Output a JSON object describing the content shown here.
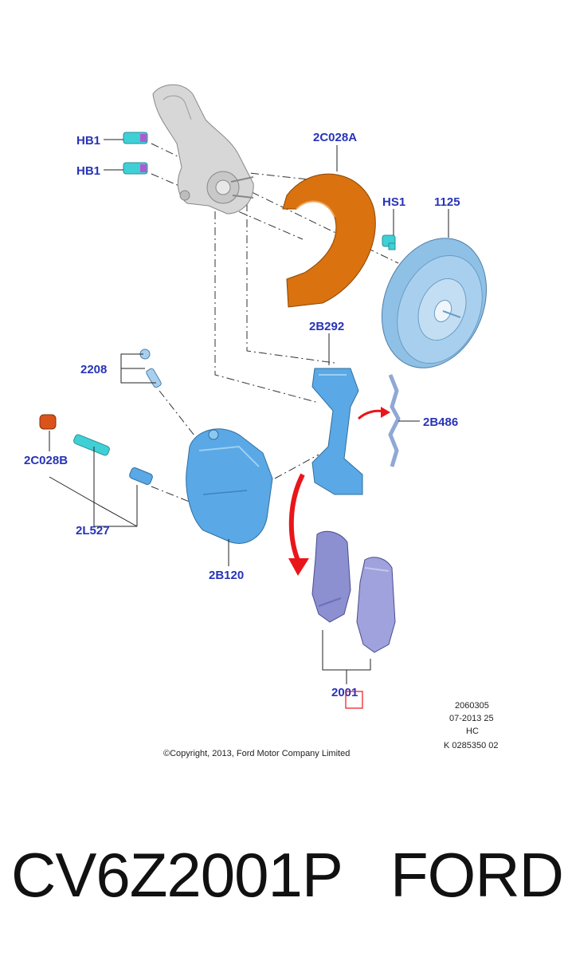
{
  "callouts": {
    "hb1_top": "HB1",
    "hb1_bottom": "HB1",
    "shield": "2C028A",
    "hs1": "HS1",
    "rotor": "1125",
    "bracket": "2B292",
    "bleed": "2208",
    "spring": "2B486",
    "cap": "2C028B",
    "pins": "2L527",
    "caliper": "2B120",
    "pads": "2001"
  },
  "meta": {
    "line1": "2060305",
    "line2": "07-2013 25",
    "line3": "HC",
    "line4": "K 0285350 02"
  },
  "copyright": "©Copyright, 2013, Ford Motor Company Limited",
  "caption": {
    "part_number": "CV6Z2001P",
    "brand": "FORD"
  },
  "colors": {
    "callout": "#2733b8",
    "shield": "#d9720f",
    "rotor": "#8fc0e6",
    "caliper": "#5aa8e6",
    "pads": "#8c8fd0",
    "knuckle": "#d7d7d7",
    "bolt": "#3fd0d6",
    "arrow": "#e8161b",
    "highlight": "#e8161b"
  }
}
